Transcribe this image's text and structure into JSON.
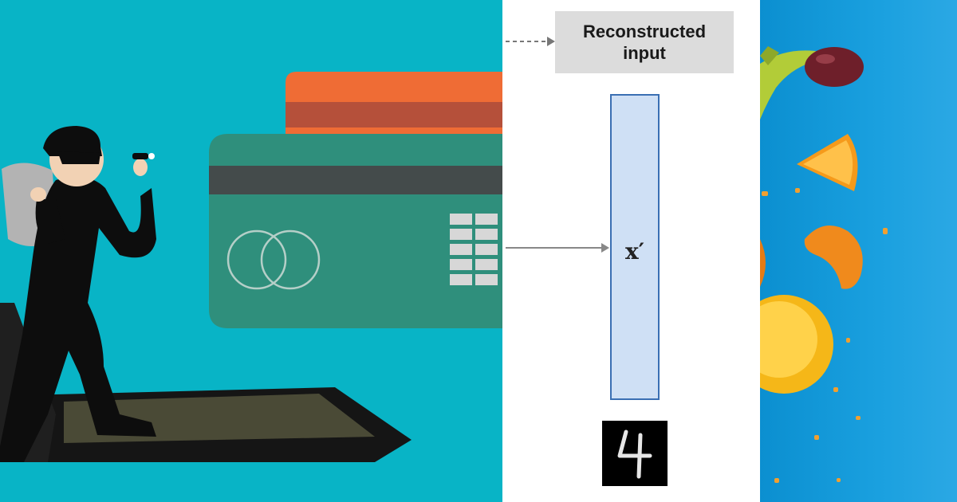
{
  "panels": {
    "left": {
      "scene": "thief stealing credit card from laptop illustration"
    },
    "middle": {
      "output_box": {
        "line1": "Reconstructed",
        "line2": "input"
      },
      "latent_label": "x′",
      "digit": "4"
    },
    "right": {
      "scene": "flying fruit pieces on blue background"
    }
  },
  "colors": {
    "left_bg": "#08b4c6",
    "card_front": "#2f8f7c",
    "card_back": "#ef6c35",
    "thief": "#0d0d0d",
    "middle_bg": "#ffffff",
    "output_box": "#dcdcdc",
    "latent_fill": "#cfe0f5",
    "latent_border": "#3a6fb3",
    "right_bg": "#1aa0df"
  }
}
